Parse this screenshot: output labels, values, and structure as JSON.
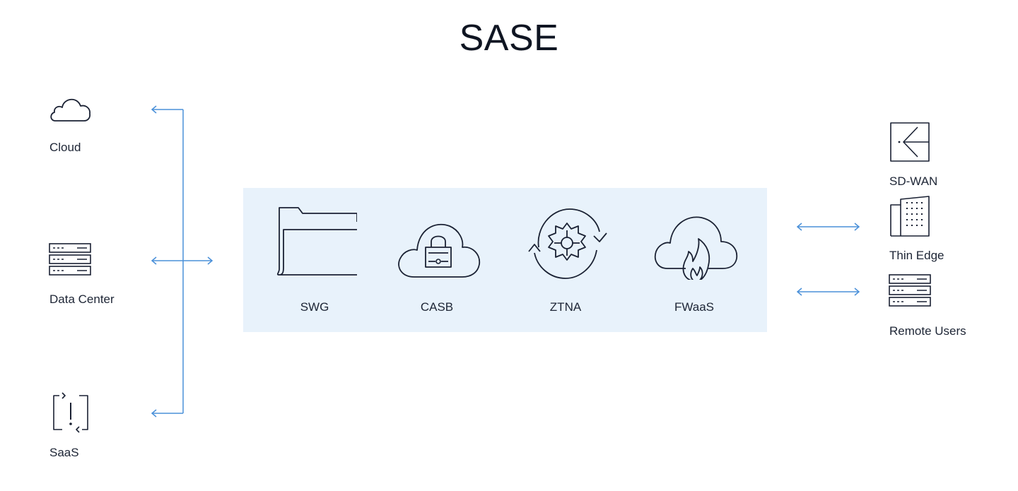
{
  "title": "SASE",
  "left_nodes": [
    {
      "label": "Cloud",
      "icon": "cloud-icon"
    },
    {
      "label": "Data Center",
      "icon": "server-rack-icon"
    },
    {
      "label": "SaaS",
      "icon": "saas-alert-icon"
    }
  ],
  "services": [
    {
      "label": "SWG",
      "icon": "folder-icon"
    },
    {
      "label": "CASB",
      "icon": "cloud-lock-icon"
    },
    {
      "label": "ZTNA",
      "icon": "shield-cycle-icon"
    },
    {
      "label": "FWaaS",
      "icon": "cloud-fire-icon"
    }
  ],
  "right_nodes": [
    {
      "label": "SD-WAN",
      "icon": "sdwan-icon"
    },
    {
      "label": "Thin Edge",
      "icon": "building-icon"
    },
    {
      "label": "Remote Users",
      "icon": "server-rack-icon"
    }
  ],
  "colors": {
    "arrow": "#4a90d9",
    "panel": "#e8f2fb",
    "icon_stroke": "#1a2133"
  }
}
